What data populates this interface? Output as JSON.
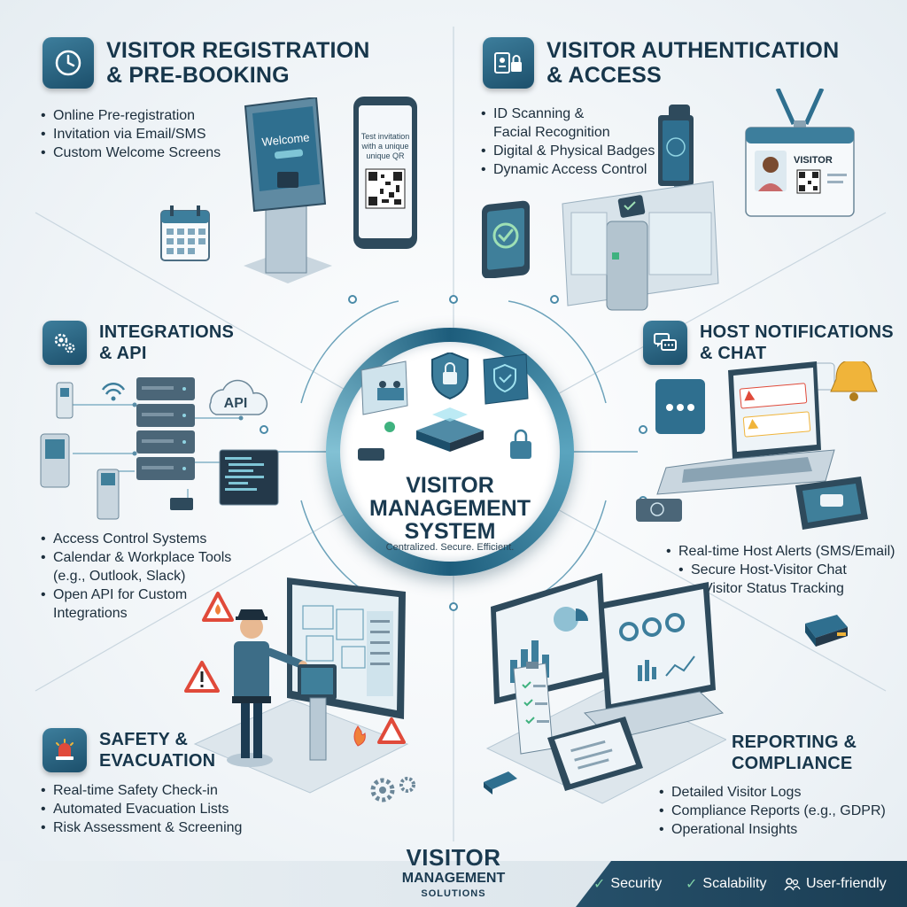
{
  "colors": {
    "accent": "#1c4f6b",
    "accent_light": "#4a8aa8",
    "footer": "#1b3d53",
    "check": "#7fd0a6",
    "alert": "#e04a3a",
    "warning": "#f0b43a"
  },
  "sections": {
    "registration": {
      "icon": "clock-icon",
      "title_lines": [
        "Visitor Registration",
        "& Pre-Booking"
      ],
      "bullets": [
        "Online Pre-registration",
        "Invitation via Email/SMS",
        "Custom Welcome Screens"
      ],
      "kiosk_screen": "Welcome",
      "phone_text": [
        "Test invitation",
        "with a unique",
        "unique QR"
      ]
    },
    "authentication": {
      "icon": "id-badge-lock-icon",
      "title_lines": [
        "Visitor Authentication",
        "& Access"
      ],
      "bullets": [
        "ID Scanning &",
        "Facial Recognition",
        "Digital & Physical Badges",
        "Dynamic Access Control"
      ],
      "badge_label": "VISITOR"
    },
    "integrations": {
      "icon": "gears-icon",
      "title_lines": [
        "Integrations",
        "& API"
      ],
      "bullets": [
        "Access Control Systems",
        "Calendar & Workplace Tools",
        "(e.g., Outlook, Slack)",
        "Open API for Custom",
        "Integrations"
      ],
      "cloud_label": "API"
    },
    "notifications": {
      "icon": "chat-bubbles-icon",
      "title_lines": [
        "Host Notifications",
        "& Chat"
      ],
      "bullets": [
        "Real-time Host Alerts (SMS/Email)",
        "Secure Host-Visitor Chat",
        "Visitor Status Tracking"
      ]
    },
    "safety": {
      "icon": "siren-icon",
      "title_lines": [
        "Safety &",
        "Evacuation"
      ],
      "bullets": [
        "Real-time Safety Check-in",
        "Automated Evacuation Lists",
        "Risk Assessment & Screening"
      ]
    },
    "reporting": {
      "title_lines": [
        "Reporting &",
        "Compliance"
      ],
      "bullets": [
        "Detailed Visitor Logs",
        "Compliance Reports (e.g., GDPR)",
        "Operational Insights"
      ]
    }
  },
  "hub": {
    "title_lines": [
      "VISITOR",
      "MANAGEMENT",
      "SYSTEM"
    ],
    "subtitle": "Centralized. Secure. Efficient."
  },
  "footer": {
    "brand": [
      "VISITOR",
      "MANAGEMENT",
      "SOLUTIONS"
    ],
    "taglines": [
      {
        "label": "Security",
        "icon": "check-icon"
      },
      {
        "label": "Scalability",
        "icon": "check-icon"
      },
      {
        "label": "User-friendly",
        "icon": "users-icon"
      }
    ]
  }
}
